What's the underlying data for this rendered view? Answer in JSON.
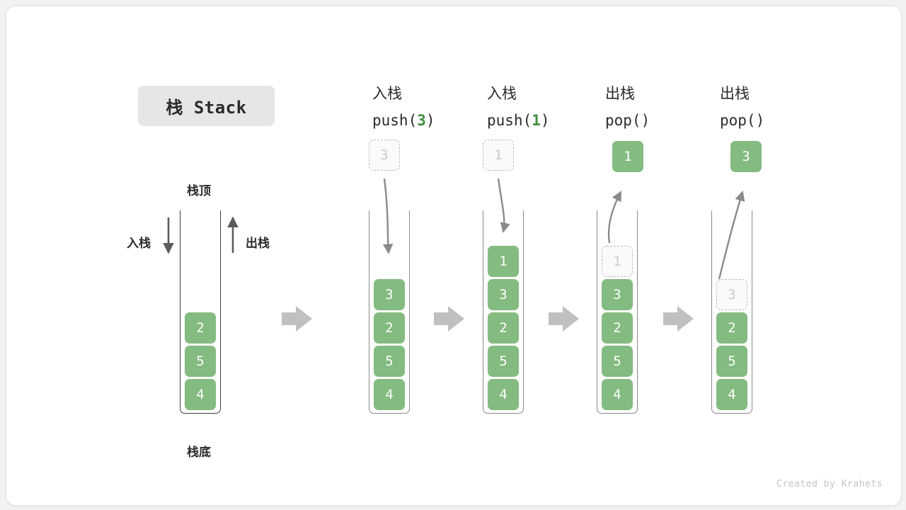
{
  "card": {
    "title": "栈 Stack",
    "watermark": "Created by Krahets",
    "accent_green": "#84bb80",
    "ghost_gray": "#c9c9c9",
    "chip_bg": "#e6e6e6",
    "arrow_gray": "#c0c0c0"
  },
  "legend": {
    "top_label": "栈顶",
    "bottom_label": "栈底",
    "push_label": "入栈",
    "pop_label": "出栈"
  },
  "columns": [
    {
      "id": "initial",
      "head_cn": "",
      "head_code": "",
      "head_arg": "",
      "cells": [
        {
          "value": "2",
          "state": "solid"
        },
        {
          "value": "5",
          "state": "solid"
        },
        {
          "value": "4",
          "state": "solid"
        }
      ],
      "float": null
    },
    {
      "id": "push-3",
      "head_cn": "入栈",
      "head_code_pre": "push(",
      "head_arg": "3",
      "head_code_post": ")",
      "cells": [
        {
          "value": "3",
          "state": "solid"
        },
        {
          "value": "2",
          "state": "solid"
        },
        {
          "value": "5",
          "state": "solid"
        },
        {
          "value": "4",
          "state": "solid"
        }
      ],
      "float": {
        "value": "3",
        "state": "ghost",
        "direction": "in"
      }
    },
    {
      "id": "push-1",
      "head_cn": "入栈",
      "head_code_pre": "push(",
      "head_arg": "1",
      "head_code_post": ")",
      "cells": [
        {
          "value": "1",
          "state": "solid"
        },
        {
          "value": "3",
          "state": "solid"
        },
        {
          "value": "2",
          "state": "solid"
        },
        {
          "value": "5",
          "state": "solid"
        },
        {
          "value": "4",
          "state": "solid"
        }
      ],
      "float": {
        "value": "1",
        "state": "ghost",
        "direction": "in"
      }
    },
    {
      "id": "pop-1",
      "head_cn": "出栈",
      "head_code_pre": "pop(",
      "head_arg": "",
      "head_code_post": ")",
      "cells": [
        {
          "value": "1",
          "state": "ghost"
        },
        {
          "value": "3",
          "state": "solid"
        },
        {
          "value": "2",
          "state": "solid"
        },
        {
          "value": "5",
          "state": "solid"
        },
        {
          "value": "4",
          "state": "solid"
        }
      ],
      "float": {
        "value": "1",
        "state": "solid",
        "direction": "out"
      }
    },
    {
      "id": "pop-2",
      "head_cn": "出栈",
      "head_code_pre": "pop(",
      "head_arg": "",
      "head_code_post": ")",
      "cells": [
        {
          "value": "3",
          "state": "ghost"
        },
        {
          "value": "2",
          "state": "solid"
        },
        {
          "value": "5",
          "state": "solid"
        },
        {
          "value": "4",
          "state": "solid"
        }
      ],
      "float": {
        "value": "3",
        "state": "solid",
        "direction": "out"
      }
    }
  ]
}
